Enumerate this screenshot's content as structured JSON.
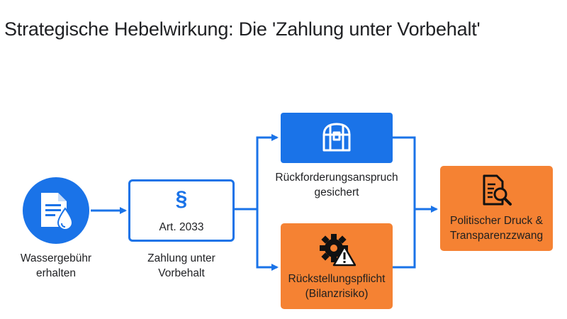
{
  "title": "Strategische Hebelwirkung: Die 'Zahlung unter Vorbehalt'",
  "nodes": {
    "water_fee": {
      "label_line1": "Wassergebühr",
      "label_line2": "erhalten",
      "icon": "document-water-drop-icon"
    },
    "payment": {
      "symbol": "§",
      "article": "Art. 2033",
      "label_line1": "Zahlung unter",
      "label_line2": "Vorbehalt"
    },
    "claim": {
      "label_line1": "Rückforderungsanspruch",
      "label_line2": "gesichert",
      "icon": "treasure-chest-icon"
    },
    "provision": {
      "label_line1": "Rückstellungspflicht",
      "label_line2": "(Bilanzrisiko)",
      "icon": "gear-warning-icon"
    },
    "pressure": {
      "label_line1": "Politischer Druck &",
      "label_line2": "Transparenzzwang",
      "icon": "document-search-icon"
    }
  },
  "colors": {
    "blue": "#1a73e8",
    "orange": "#f58233",
    "text": "#202124"
  }
}
